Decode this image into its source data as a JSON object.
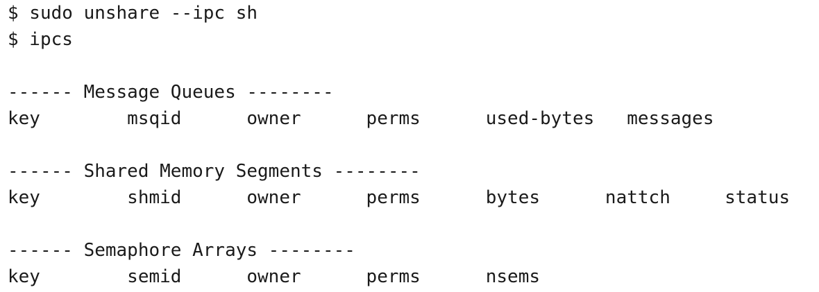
{
  "terminal": {
    "lines": [
      "$ sudo unshare --ipc sh",
      "$ ipcs",
      "",
      "------ Message Queues --------",
      "key        msqid      owner      perms      used-bytes   messages",
      "",
      "------ Shared Memory Segments --------",
      "key        shmid      owner      perms      bytes      nattch     status",
      "",
      "------ Semaphore Arrays --------",
      "key        semid      owner      perms      nsems"
    ]
  }
}
